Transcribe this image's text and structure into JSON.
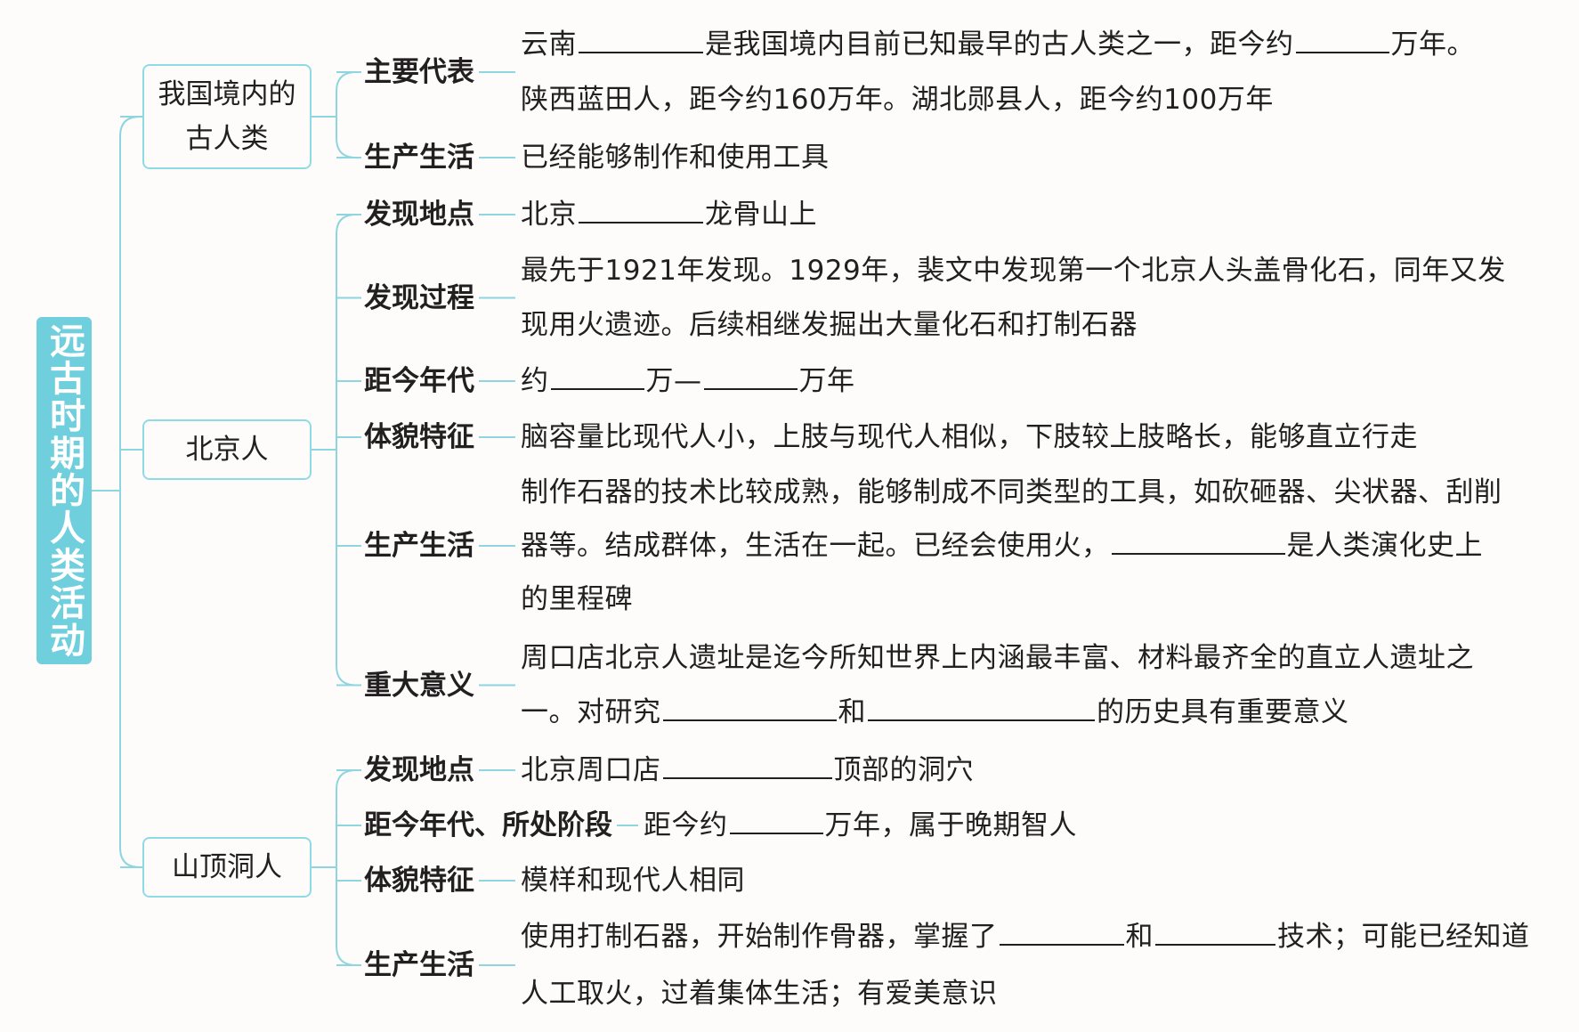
{
  "root": {
    "title": "远古时期的人类活动"
  },
  "branches": [
    {
      "title_lines": [
        "我国境内的",
        "古人类"
      ],
      "items": [
        {
          "label": "主要代表",
          "lines": [
            [
              "云南",
              "",
              "是我国境内目前已知最早的古人类之一，距今约",
              "",
              "万年。"
            ],
            [
              "陕西蓝田人，距今约160万年。湖北郧县人，距今约100万年"
            ]
          ]
        },
        {
          "label": "生产生活",
          "lines": [
            [
              "已经能够制作和使用工具"
            ]
          ]
        }
      ]
    },
    {
      "title_lines": [
        "北京人"
      ],
      "items": [
        {
          "label": "发现地点",
          "lines": [
            [
              "北京",
              "",
              "龙骨山上"
            ]
          ]
        },
        {
          "label": "发现过程",
          "lines": [
            [
              "最先于1921年发现。1929年，裴文中发现第一个北京人头盖骨化石，同年又发"
            ],
            [
              "现用火遗迹。后续相继发掘出大量化石和打制石器"
            ]
          ]
        },
        {
          "label": "距今年代",
          "lines": [
            [
              "约",
              "",
              "万—",
              "",
              "万年"
            ]
          ]
        },
        {
          "label": "体貌特征",
          "lines": [
            [
              "脑容量比现代人小，上肢与现代人相似，下肢较上肢略长，能够直立行走"
            ]
          ]
        },
        {
          "label": "生产生活",
          "lines": [
            [
              "制作石器的技术比较成熟，能够制成不同类型的工具，如砍砸器、尖状器、刮削"
            ],
            [
              "器等。结成群体，生活在一起。已经会使用火，",
              "",
              "是人类演化史上"
            ],
            [
              "的里程碑"
            ]
          ]
        },
        {
          "label": "重大意义",
          "lines": [
            [
              "周口店北京人遗址是迄今所知世界上内涵最丰富、材料最齐全的直立人遗址之"
            ],
            [
              "一。对研究",
              "",
              "和",
              "",
              "的历史具有重要意义"
            ]
          ]
        }
      ]
    },
    {
      "title_lines": [
        "山顶洞人"
      ],
      "items": [
        {
          "label": "发现地点",
          "lines": [
            [
              "北京周口店",
              "",
              "顶部的洞穴"
            ]
          ]
        },
        {
          "label": "距今年代、所处阶段",
          "lines": [
            [
              "距今约",
              "",
              "万年，属于晚期智人"
            ]
          ]
        },
        {
          "label": "体貌特征",
          "lines": [
            [
              "模样和现代人相同"
            ]
          ]
        },
        {
          "label": "生产生活",
          "lines": [
            [
              "使用打制石器，开始制作骨器，掌握了",
              "",
              "和",
              "",
              "技术；可能已经知道"
            ],
            [
              "人工取火，过着集体生活；有爱美意识"
            ]
          ]
        }
      ]
    }
  ],
  "colors": {
    "accent": "#6fcfdc",
    "box_border": "#8fdbe5",
    "connector": "#8fd5df",
    "text": "#231f20"
  }
}
